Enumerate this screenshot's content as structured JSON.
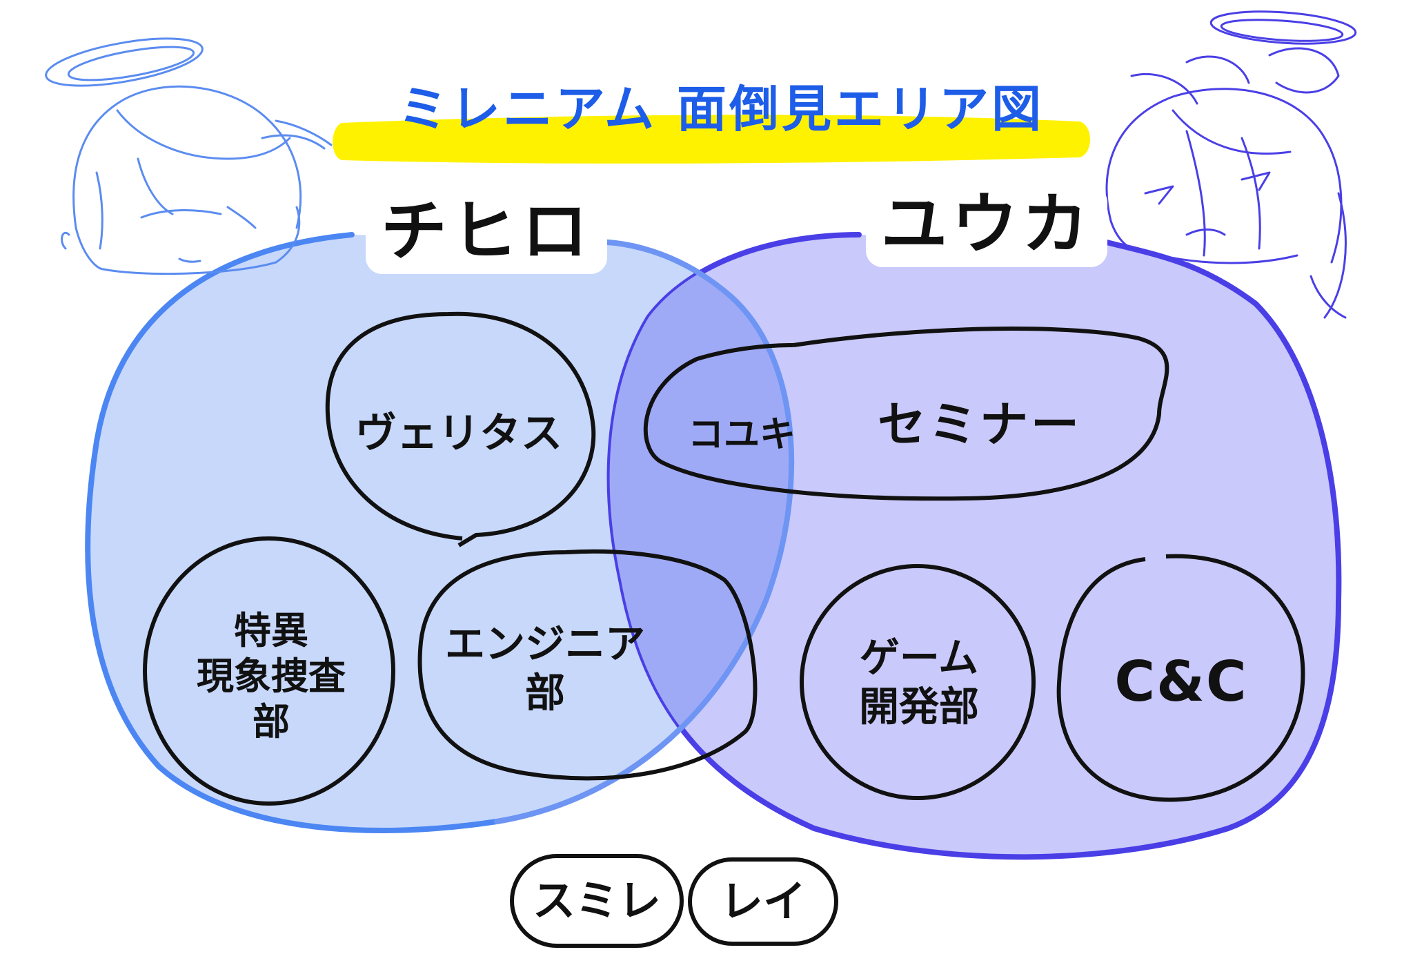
{
  "title": "ミレニアム 面倒見エリア図",
  "people": {
    "left": "チヒロ",
    "right": "ユウカ"
  },
  "groups": {
    "veritas": "ヴェリタス",
    "special_ops_line1": "特異",
    "special_ops_line2": "現象捜査",
    "special_ops_line3": "部",
    "engineering_line1": "エンジニア",
    "engineering_line2": "部",
    "koyuki": "コユキ",
    "seminar": "セミナー",
    "game_dev_line1": "ゲーム",
    "game_dev_line2": "開発部",
    "cnc": "C&C"
  },
  "outside": {
    "member1": "スミレ",
    "member2": "レイ"
  },
  "colors": {
    "title_text": "#1d5de8",
    "highlight": "#fff200",
    "left_fill": "#c7d8fb",
    "left_stroke": "#4b86f3",
    "right_fill": "#c9c9fb",
    "right_stroke": "#4a3fe6",
    "overlap": "#9faaf6",
    "ink": "#111111",
    "sketch_left": "#5b8cf0",
    "sketch_right": "#4a3fe6"
  },
  "icons": {
    "left_character": "chihiro-sketch-icon",
    "right_character": "yuuka-sketch-icon"
  }
}
